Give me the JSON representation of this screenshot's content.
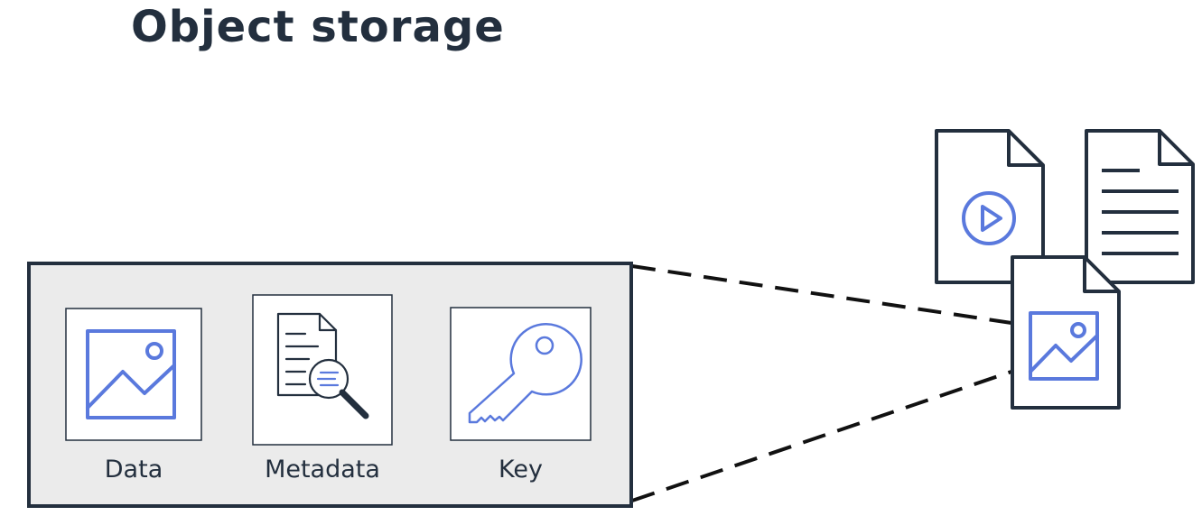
{
  "title": "Object storage",
  "components": {
    "data_label": "Data",
    "metadata_label": "Metadata",
    "key_label": "Key"
  },
  "colors": {
    "outline": "#232f3e",
    "accent": "#5a79dd",
    "panel_fill": "#ebebeb"
  },
  "icons": [
    "image-icon",
    "document-search-icon",
    "key-icon",
    "video-file-icon",
    "text-file-icon",
    "image-file-icon"
  ]
}
